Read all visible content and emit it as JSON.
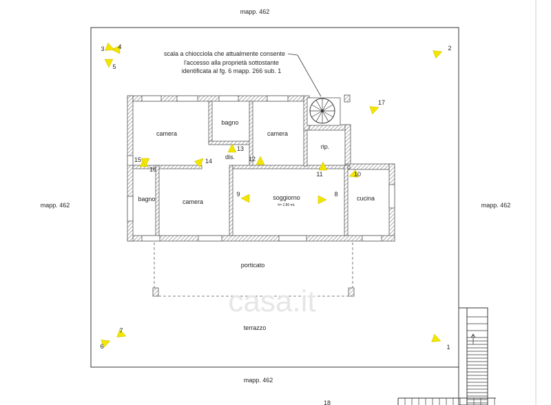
{
  "parcel_labels": {
    "top": "mapp. 462",
    "left": "mapp. 462",
    "right": "mapp. 462",
    "bottom": "mapp. 462"
  },
  "annotation": {
    "line1": "scala a chiocciola che attualmente consente",
    "line2": "l'accesso alla proprietà sottostante",
    "line3": "identificata al fg. 6 mapp. 266 sub. 1"
  },
  "rooms": {
    "camera_top_left": "camera",
    "bagno_top": "bagno",
    "camera_top_right": "camera",
    "rip": "rip.",
    "dis": "dis.",
    "bagno_left": "bagno",
    "camera_bottom": "camera",
    "soggiorno": "soggiorno",
    "soggiorno_height": "h= 2,80 mt.",
    "cucina": "cucina",
    "porticato": "porticato",
    "terrazzo": "terrazzo"
  },
  "viewpoints": [
    "1",
    "2",
    "3",
    "4",
    "5",
    "6",
    "7",
    "8",
    "9",
    "10",
    "11",
    "12",
    "13",
    "14",
    "15",
    "16",
    "17",
    "18"
  ],
  "watermark": "casa.it",
  "colors": {
    "marker": "#f2e600",
    "wall_hatch": "#9a9a9a"
  }
}
